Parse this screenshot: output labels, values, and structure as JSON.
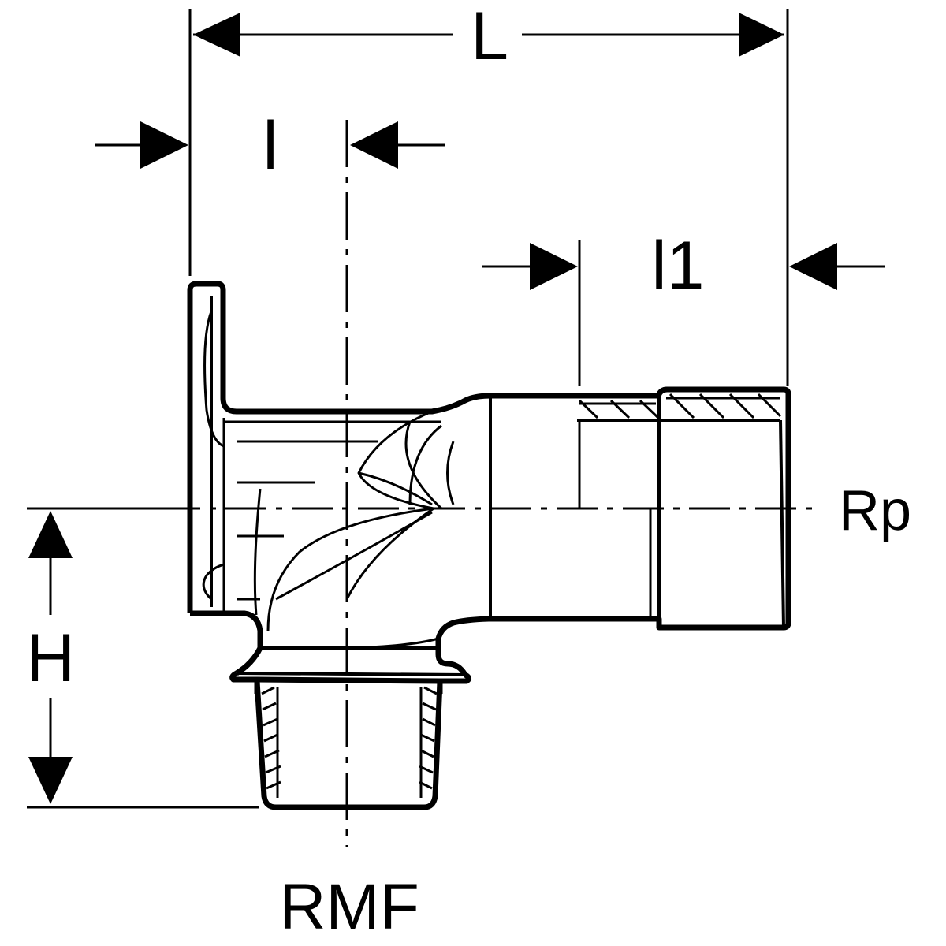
{
  "diagram": {
    "labels": {
      "L": "L",
      "l": "l",
      "l1": "l1",
      "H": "H",
      "Rp": "Rp",
      "RMF": "RMF"
    },
    "colors": {
      "line": "#000000",
      "background": "#ffffff"
    }
  }
}
